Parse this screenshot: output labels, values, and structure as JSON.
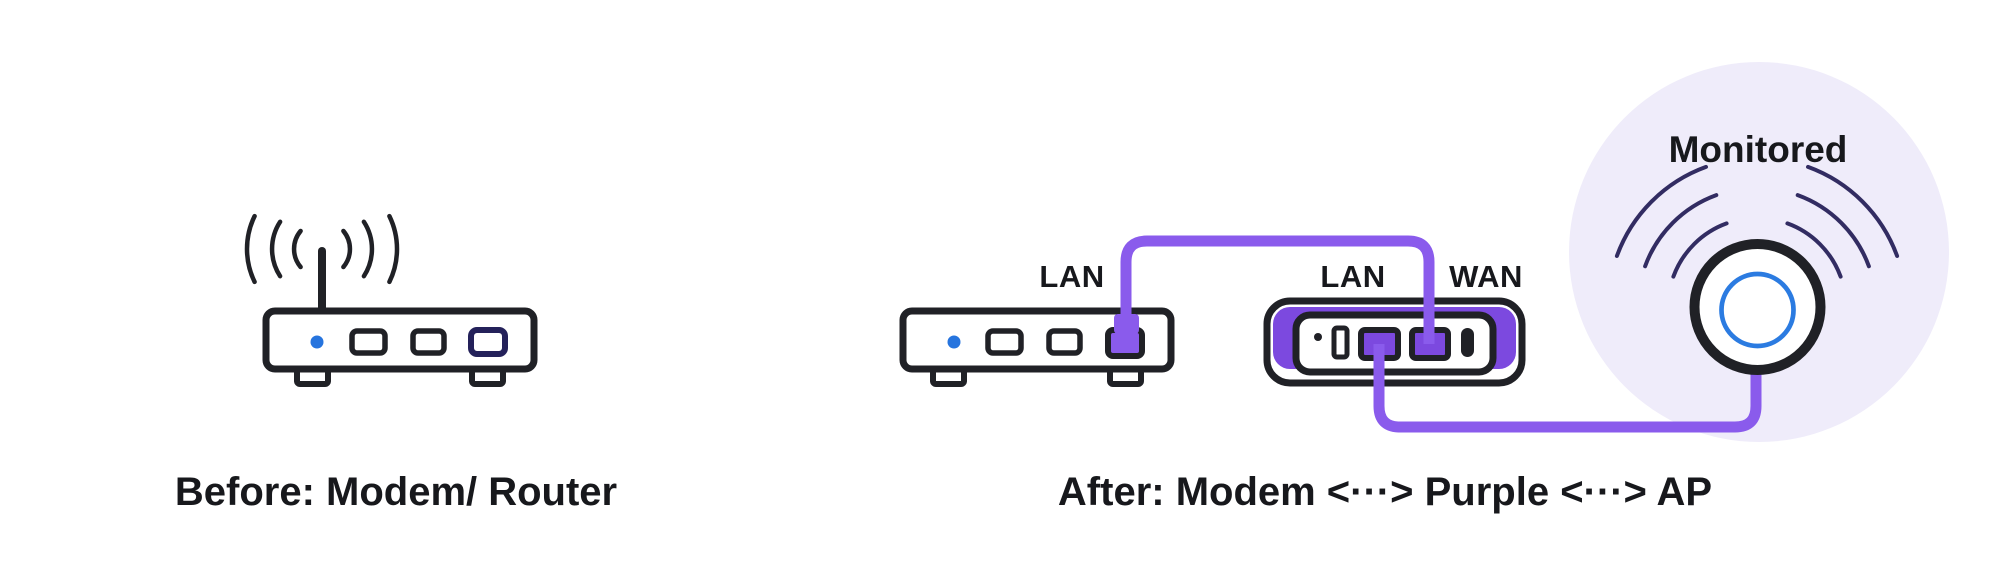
{
  "colors": {
    "ink": "#202126",
    "text": "#17181c",
    "cable_purple": "#8a5bec",
    "device_purple": "#7c49df",
    "monitored_zone": "#efecfa",
    "led_blue": "#2674de",
    "ap_ring_blue": "#2b7be1",
    "navy_port": "#24215a",
    "wifi_navy": "#322c62",
    "background": "#ffffff"
  },
  "before": {
    "caption": "Before: Modem/ Router"
  },
  "after": {
    "caption": "After: Modem <···> Purple <···> AP",
    "modem_lan_label": "LAN",
    "purple_lan_label": "LAN",
    "purple_wan_label": "WAN",
    "ap_zone_label": "Monitored"
  }
}
